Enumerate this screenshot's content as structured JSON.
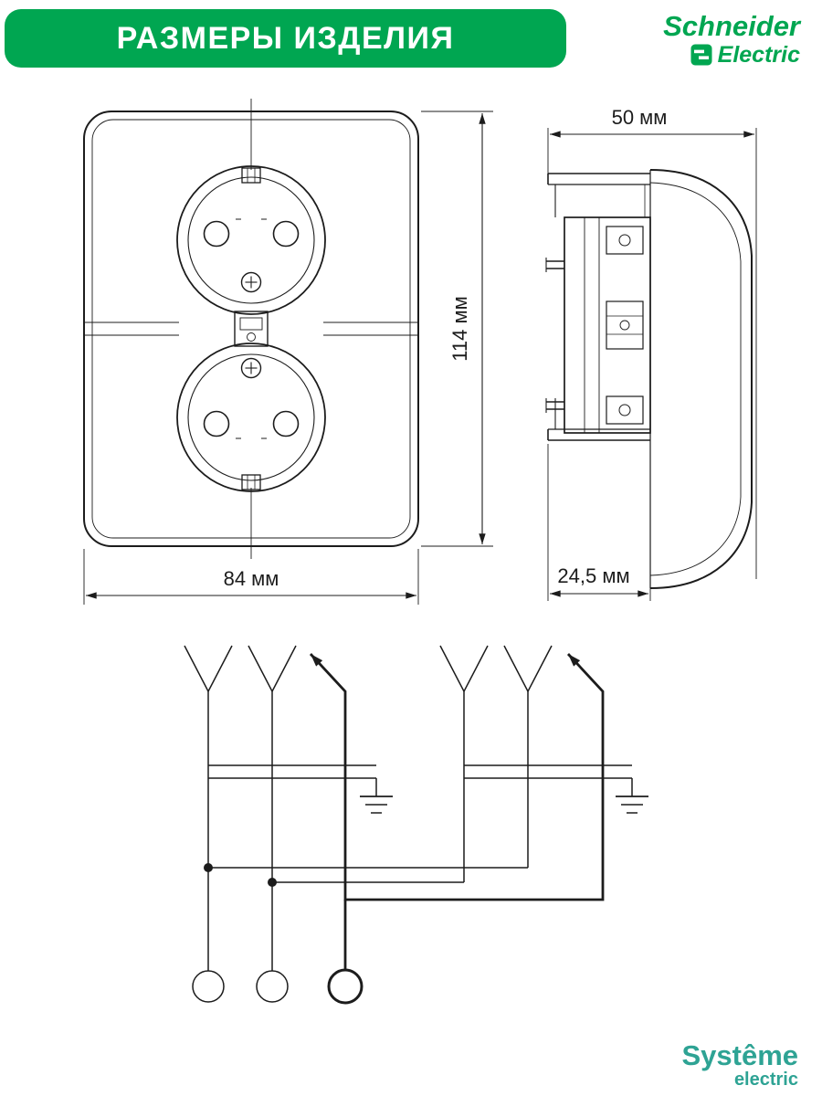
{
  "header": {
    "title": "РАЗМЕРЫ ИЗДЕЛИЯ",
    "banner_color": "#00A651"
  },
  "brand_top": {
    "name_line1": "Schneider",
    "name_line2": "Electric",
    "color": "#00A651",
    "icon": "schneider-se-mark"
  },
  "brand_bottom": {
    "name_line1": "Systême",
    "name_line2": "electric",
    "color": "#2EA394"
  },
  "drawing": {
    "line_color": "#1C1C1C",
    "labels": {
      "front_width": "84 мм",
      "front_height": "114 мм",
      "side_depth": "50 мм",
      "side_recess_depth": "24,5 мм"
    }
  }
}
